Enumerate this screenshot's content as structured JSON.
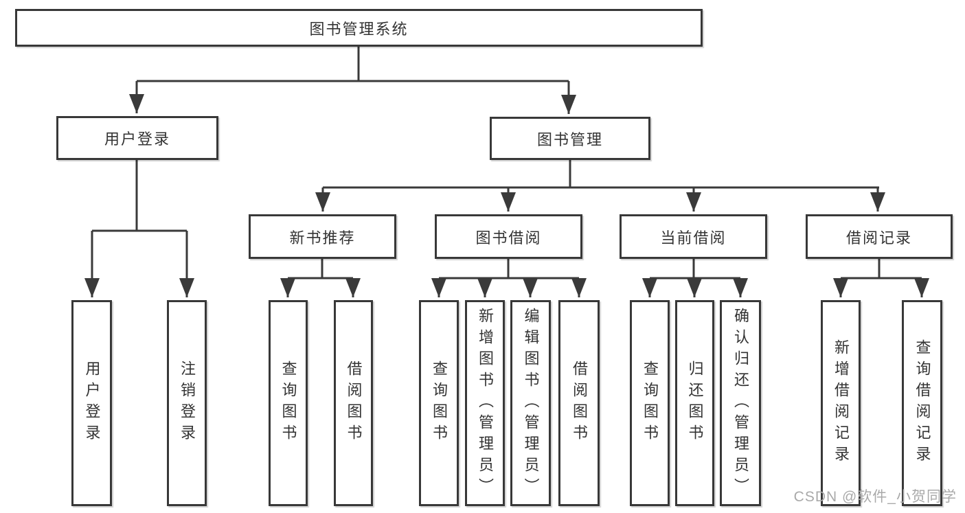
{
  "diagram": {
    "title": "图书管理系统",
    "root": {
      "label": "图书管理系统"
    },
    "level2": [
      {
        "id": "user-login",
        "label": "用户登录"
      },
      {
        "id": "book-management",
        "label": "图书管理"
      }
    ],
    "level3": [
      {
        "id": "new-book-recommend",
        "label": "新书推荐"
      },
      {
        "id": "book-borrowing",
        "label": "图书借阅"
      },
      {
        "id": "current-borrowing",
        "label": "当前借阅"
      },
      {
        "id": "borrowing-records",
        "label": "借阅记录"
      }
    ],
    "leaves": [
      {
        "id": "login-user-login",
        "label": "用户登录"
      },
      {
        "id": "login-logout",
        "label": "注销登录"
      },
      {
        "id": "newbook-query-books",
        "label": "查询图书"
      },
      {
        "id": "newbook-borrow-books",
        "label": "借阅图书"
      },
      {
        "id": "borrow-query-books",
        "label": "查询图书"
      },
      {
        "id": "borrow-add-books-admin",
        "label": "新增图书（管理员）"
      },
      {
        "id": "borrow-edit-books-admin",
        "label": "编辑图书（管理员）"
      },
      {
        "id": "borrow-borrow-books",
        "label": "借阅图书"
      },
      {
        "id": "current-query-books",
        "label": "查询图书"
      },
      {
        "id": "current-return-books",
        "label": "归还图书"
      },
      {
        "id": "current-confirm-return-admin",
        "label": "确认归还（管理员）"
      },
      {
        "id": "records-add-borrow-record",
        "label": "新增借阅记录"
      },
      {
        "id": "records-query-borrow-record",
        "label": "查询借阅记录"
      }
    ],
    "watermark": "CSDN @软件_小贺同学",
    "colors": {
      "line": "#3a3a3a",
      "border": "#383838",
      "text": "#333333",
      "background": "#ffffff",
      "watermark": "#a9a9a9"
    }
  }
}
